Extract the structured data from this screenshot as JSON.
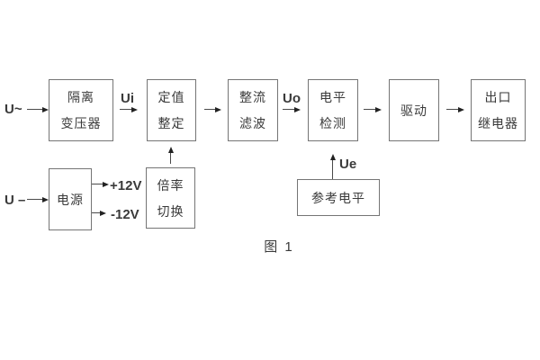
{
  "diagram": {
    "caption": "图 1",
    "inputs": {
      "ac": "U~",
      "dc": "U –"
    },
    "signals": {
      "ui": "Ui",
      "uo": "Uo",
      "ue": "Ue",
      "plus12v": "+12V",
      "minus12v": "-12V"
    },
    "blocks": {
      "isolation_transformer": {
        "line1": "隔离",
        "line2": "变压器"
      },
      "setting_adjust": {
        "line1": "定值",
        "line2": "整定"
      },
      "rectifier_filter": {
        "line1": "整流",
        "line2": "滤波"
      },
      "level_detect": {
        "line1": "电平",
        "line2": "检测"
      },
      "driver": {
        "line1": "驱动"
      },
      "output_relay": {
        "line1": "出口",
        "line2": "继电器"
      },
      "power_supply": {
        "line1": "电源"
      },
      "ratio_switch": {
        "line1": "倍率",
        "line2": "切换"
      },
      "reference_level": {
        "line1": "参考电平"
      }
    },
    "colors": {
      "background": "#ffffff",
      "box-border": "#757575",
      "text": "#3a3a3a",
      "arrow-line": "#4a4a4a",
      "arrow-head": "#222222"
    }
  }
}
